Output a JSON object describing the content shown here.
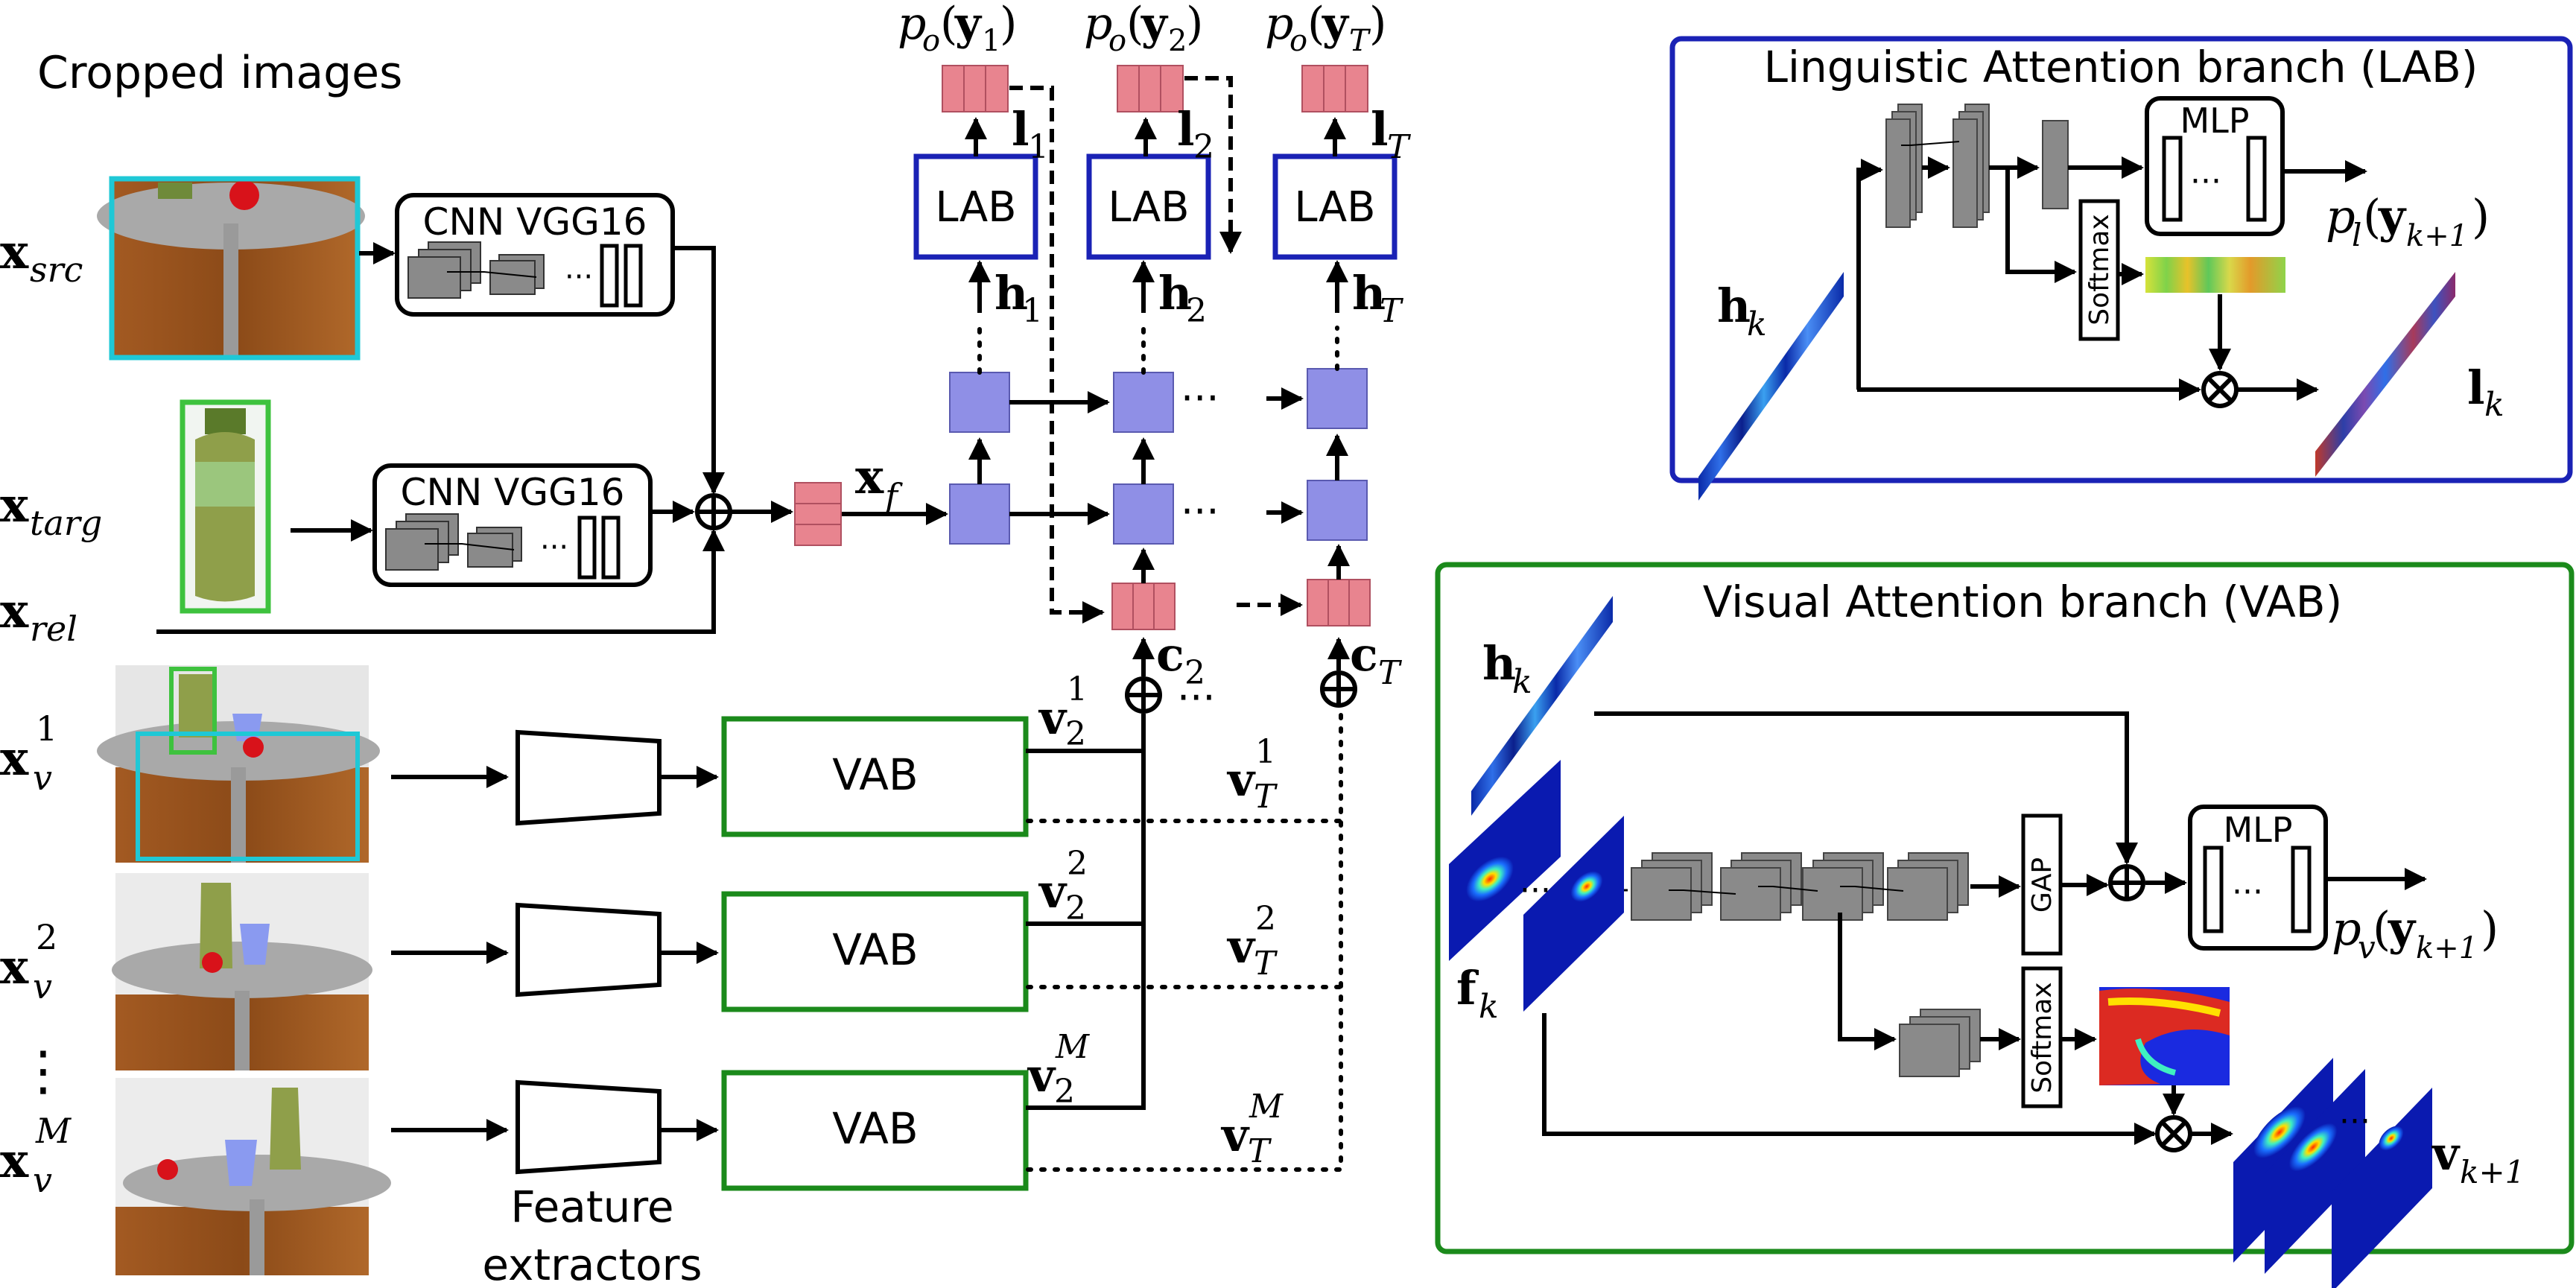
{
  "diagram": {
    "cropped_title": "Cropped images",
    "cnn_label": "CNN VGG16",
    "feature_extractors_line1": "Feature",
    "feature_extractors_line2": "extractors",
    "lab_label": "LAB",
    "vab_label": "VAB",
    "lab_panel_title": "Linguistic Attention branch (LAB)",
    "vab_panel_title": "Visual Attention branch (VAB)",
    "mlp_label": "MLP",
    "softmax_label": "Softmax",
    "gap_label": "GAP",
    "ellipsis": "···",
    "vertical_dots": "⋮"
  },
  "math": {
    "x_src": "x",
    "x_src_sub": "src",
    "x_targ": "x",
    "x_targ_sub": "targ",
    "x_rel": "x",
    "x_rel_sub": "rel",
    "x_v": "x",
    "x_v_sub": "v",
    "x_v_sup1": "1",
    "x_v_sup2": "2",
    "x_v_supM": "M",
    "x_f": "x",
    "x_f_sub": "f",
    "po_y1": "p",
    "po_sub": "o",
    "po_y1_arg": "(y",
    "po_y1_arg_sub": "1",
    "close": ")",
    "po_y2_arg_sub": "2",
    "po_yT_arg_sub": "T",
    "l1": "l",
    "l1_sub": "1",
    "l2_sub": "2",
    "lT_sub": "T",
    "h1": "h",
    "h1_sub": "1",
    "h2_sub": "2",
    "hT_sub": "T",
    "c2": "c",
    "c2_sub": "2",
    "cT_sub": "T",
    "v": "v",
    "v_sub2": "2",
    "v_subT": "T",
    "v_sup1": "1",
    "v_sup2": "2",
    "v_supM": "M",
    "hk": "h",
    "hk_sub": "k",
    "lk": "l",
    "lk_sub": "k",
    "fk": "f",
    "fk_sub": "k",
    "pl": "p",
    "pl_sub": "l",
    "pv_sub": "v",
    "yk1_arg": "(y",
    "yk1_sub": "k+1",
    "vk1": "v",
    "vk1_sub": "k+1"
  },
  "colors": {
    "lab_blue": "#1a22b5",
    "vab_green": "#1b8a1b",
    "cyan": "#1fc8d6",
    "lime": "#3ec23e",
    "pink": "#e8848f",
    "lavender": "#8f8fe6",
    "gray": "#8a8a8a"
  }
}
